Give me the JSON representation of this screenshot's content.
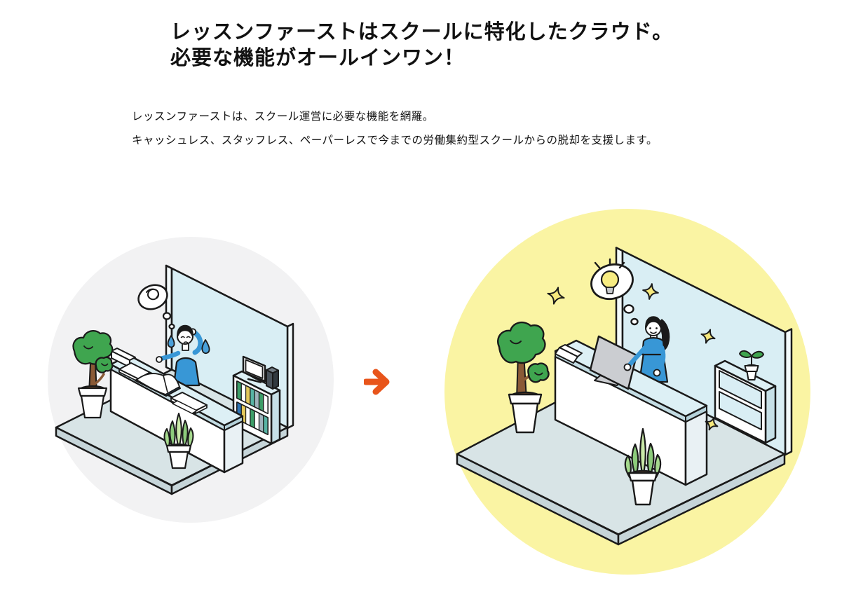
{
  "header": {
    "title_line1": "レッスンファーストはスクールに特化したクラウド。",
    "title_line2": "必要な機能がオールインワン！",
    "description_line1": "レッスンファーストは、スクール運営に必要な機能を網羅。",
    "description_line2": "キャッシュレス、スタッフレス、ペーパーレスで今までの労働集約型スクールからの脱却を支援します。"
  },
  "comparison": {
    "before": {
      "icon": "stressed-receptionist-scene",
      "background_color": "#F2F2F3",
      "elements": [
        "thought-bubble-scribble-icon",
        "sweat-drop-icon",
        "reception-desk",
        "open-book-icon",
        "paper-stack-icon",
        "bookshelf",
        "monitor-icon",
        "speaker-icon",
        "potted-tree-icon",
        "snake-plant-icon",
        "wall",
        "floor"
      ]
    },
    "arrow": {
      "icon": "right-arrow-icon",
      "color": "#E8551B"
    },
    "after": {
      "icon": "happy-receptionist-scene",
      "background_color": "#FAF4A3",
      "elements": [
        "thought-bubble-lightbulb-icon",
        "sparkle-icon",
        "reception-desk",
        "desktop-monitor-icon",
        "open-shelf",
        "seedling-pot-icon",
        "potted-tree-icon",
        "snake-plant-icon",
        "wall",
        "floor"
      ]
    }
  },
  "colors": {
    "heading_text": "#111111",
    "body_text": "#111111",
    "wall_front": "#D9EEF4",
    "wall_top": "#C6E0E7",
    "floor_top": "#D8E4E6",
    "floor_side": "#C6D5D9",
    "desk_top": "#DDF0F5",
    "shirt_blue": "#3897D6",
    "sweat_drop_blue": "#49A0D9",
    "plant_green": "#3FA54F",
    "snake_plant_light": "#C9E9A8",
    "snake_plant_mid": "#8CCB7B",
    "soil_brown": "#7A4B2A",
    "bulb_yellow": "#F7EC82",
    "sparkle_yellow": "#F6E87C",
    "book_blue": "#2F74B4",
    "outline": "#1A1A1A"
  }
}
